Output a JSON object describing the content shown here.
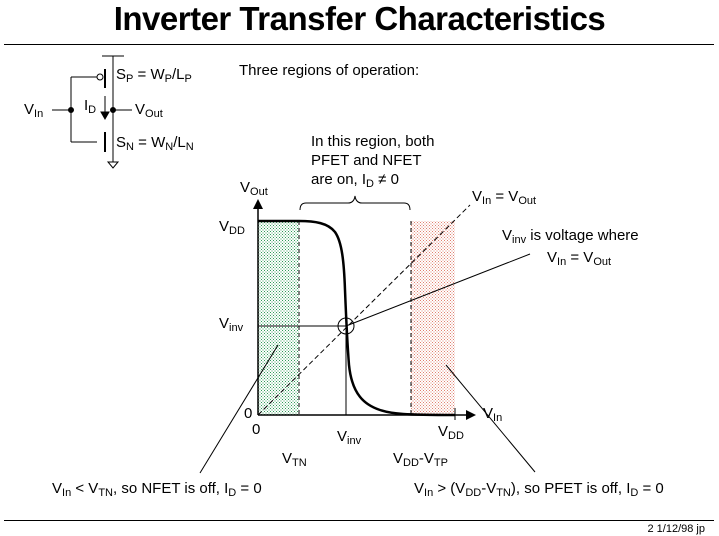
{
  "title": "Inverter Transfer Characteristics",
  "regions_heading": "Three regions of operation:",
  "circuit": {
    "sp": "S",
    "sp_sub": "P",
    "sp_eq": " = W",
    "sp_w_sub": "P",
    "sp_slash": "/L",
    "sp_l_sub": "P",
    "sn": "S",
    "sn_sub": "N",
    "sn_eq": " = W",
    "sn_w_sub": "N",
    "sn_slash": "/L",
    "sn_l_sub": "N",
    "vin": "V",
    "vin_sub": "In",
    "id": "I",
    "id_sub": "D",
    "vout": "V",
    "vout_sub": "Out"
  },
  "annotations": {
    "both_on_1": "In this region, both",
    "both_on_2": "PFET and NFET",
    "both_on_3_a": "are on, I",
    "both_on_3_sub": "D",
    "both_on_3_b": " ≠ 0",
    "diag_a": "V",
    "diag_sub1": "In",
    "diag_b": " = V",
    "diag_sub2": "Out",
    "vinv_1a": "V",
    "vinv_1sub": "inv",
    "vinv_1b": " is voltage where",
    "vinv_2a": "V",
    "vinv_2sub": "In",
    "vinv_2b": " = V",
    "vinv_2sub2": "Out",
    "left_a": "V",
    "left_sub1": "In",
    "left_b": " < V",
    "left_sub2": "TN",
    "left_c": ", so NFET is off, I",
    "left_sub3": "D",
    "left_d": " = 0",
    "right_a": "V",
    "right_sub1": "In",
    "right_b": " > (V",
    "right_sub2": "DD",
    "right_c": "-V",
    "right_sub3": "TN",
    "right_d": "), so PFET is off, I",
    "right_sub4": "D",
    "right_e": " = 0"
  },
  "axes": {
    "yaxis_a": "V",
    "yaxis_sub": "Out",
    "xaxis_a": "V",
    "xaxis_sub": "In",
    "vdd_y_a": "V",
    "vdd_y_sub": "DD",
    "vinv_y_a": "V",
    "vinv_y_sub": "inv",
    "zero_y": "0",
    "zero_x": "0",
    "vinv_x_a": "V",
    "vinv_x_sub": "inv",
    "vdd_x_a": "V",
    "vdd_x_sub": "DD",
    "vtn_a": "V",
    "vtn_sub": "TN",
    "vddvtp_a": "V",
    "vddvtp_sub1": "DD",
    "vddvtp_b": "-V",
    "vddvtp_sub2": "TP"
  },
  "footer": "2  1/12/98  jp",
  "colors": {
    "nfet_region": "#2f9a58",
    "pfet_region": "#e08070"
  }
}
